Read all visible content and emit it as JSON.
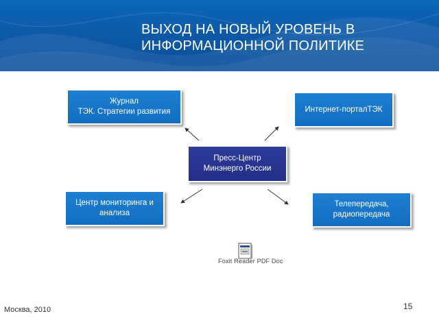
{
  "header": {
    "title_line1": "ВЫХОД НА НОВЫЙ УРОВЕНЬ В",
    "title_line2": "ИНФОРМАЦИОННОЙ ПОЛИТИКЕ"
  },
  "diagram": {
    "center": {
      "line1": "Пресс-Центр",
      "line2": "Минэнерго России"
    },
    "top_left": {
      "line1": "Журнал",
      "line2": "ТЭК. Стратегии развития"
    },
    "top_right": {
      "line1": "Интернет-порталТЭК"
    },
    "bottom_left": {
      "line1": "Центр мониторинга и",
      "line2": "анализа"
    },
    "bottom_right": {
      "line1": "Телепередача,",
      "line2": "радиопередача"
    }
  },
  "embedded_object": {
    "caption": "Foxit Reader PDF Doc"
  },
  "footer": {
    "location_year": "Москва, 2010",
    "page_number": "15"
  },
  "colors": {
    "banner": "#0e5aa8",
    "box_blue": "#1775c8",
    "box_center": "#28318e"
  },
  "icons": [
    "arrow-up-left-icon",
    "arrow-up-right-icon",
    "arrow-down-left-icon",
    "arrow-down-right-icon",
    "pdf-document-icon"
  ]
}
